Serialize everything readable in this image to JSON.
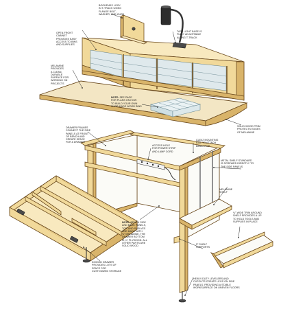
{
  "callouts": {
    "bookends": "BOOKENDS LOCK\nIN T-TRACK USING\nFLANGE BOLT,\nWASHER, AND KNOB",
    "task_light": "TASK LIGHT BASE IS\nFULLY ADJUSTABLE\nALONG T-TRACK",
    "open_front_cabinet": "OPEN-FRONT\nCABINET\nPROVIDES EASY\nACCESS TO BINS\nAND SUPPLIES",
    "melamine_surface": "MELAMINE\nPROVIDES\nA CLEAN,\nDURABLE\nSURFACE FOR\nWORKING ON\nPROJECTS",
    "note_lead": "NOTE:",
    "note_plans": " SEE PAGE\nFOR PLANS ON HOW\nTO BUILD YOUR OWN\nSHOP-MADE WOOD BINS",
    "solid_wood_trim": "SOLID WOOD TRIM\nPROTECTS EDGES\nOF MELAMINE",
    "drawer_frames": "DRAWER FRAMES\nCONNECT THE SIDE\nPANELS AT FRONT\nOF BENCH AND\nCREATE SPACE\nFOR A DRAWER",
    "access_hole": "ACCESS HOLE\nFOR POWER STRIP\nAND LAMP CORD",
    "cleat_mounting": "CLEAT MOUNTING\nRAIL TO ATTACH\nBENCHTOP",
    "metal_shelf_standard": "METAL SHELF STANDARD\nIS SCREWED DIRECTLY TO\nTHE SIDE PANELS",
    "melamine_shelf": "MELAMINE\nSHELF",
    "shelf_lip": "¾\"-WIDE TRIM AROUND\nSHELF PROVIDES A LIP\nTO HOLD TOOLS AND\nSUPPLIES IN PLACE",
    "note_bench_lead": "NOTE:",
    "note_bench": " BENCH SIDE\nAND BACK PANELS,\nTOP, AND SHELVES\nARE MADE WITH\n¾\" MELAMINE. THE\nDRAWER BOTTOM\nIS ¼\" PLYWOOD. ALL\nOTHER PARTS ARE\nSOLID WOOD",
    "shelf_supports": "5\" SHELF\nSUPPORTS",
    "divided_drawer": "DIVIDED DRAWER\nPROVIDES LOTS OF\nSPACE FOR\nCUSTOMIZED STORAGE",
    "levelers": "HEAVY-DUTY LEVELERS AND\nCUTOUTS CREATE LEGS ON SIDE\nPANELS, PROVIDING A STABLE\nWORKSURFACE ON UNEVEN FLOORS"
  },
  "colors": {
    "wood": "#f1d99a",
    "wood_shadow": "#d9b46a",
    "melamine": "#fbfbf7",
    "outline": "#6b4a1e",
    "bins": "#dfe9ec",
    "hardware": "#4a4a4a"
  },
  "illustration": {
    "subject": "exploded-view workbench with hutch, drawer, and shelf",
    "icons": [
      "task-lamp",
      "wood-bins",
      "power-strip",
      "leveler-feet",
      "drawer-pulls",
      "hinges"
    ]
  }
}
